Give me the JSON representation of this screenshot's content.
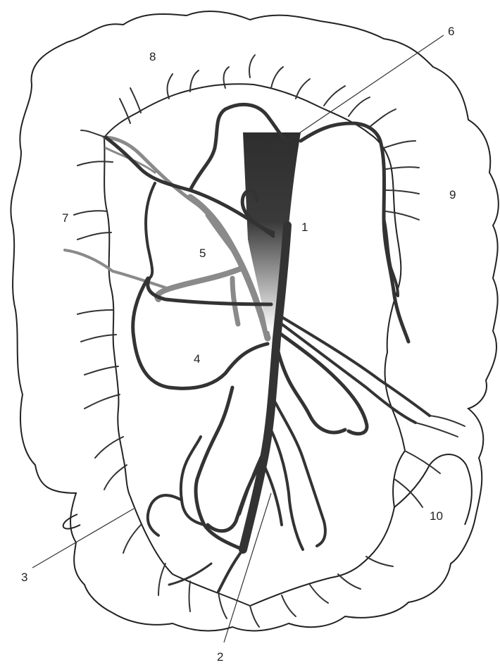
{
  "labels": {
    "l1": "1",
    "l2": "2",
    "l3": "3",
    "l4": "4",
    "l5": "5",
    "l6": "6",
    "l7": "7",
    "l8": "8",
    "l9": "9",
    "l10": "10"
  },
  "colors": {
    "vessel": "#333333",
    "vessel_gray": "#8a8a8a",
    "outline": "#222222",
    "background": "#ffffff"
  }
}
